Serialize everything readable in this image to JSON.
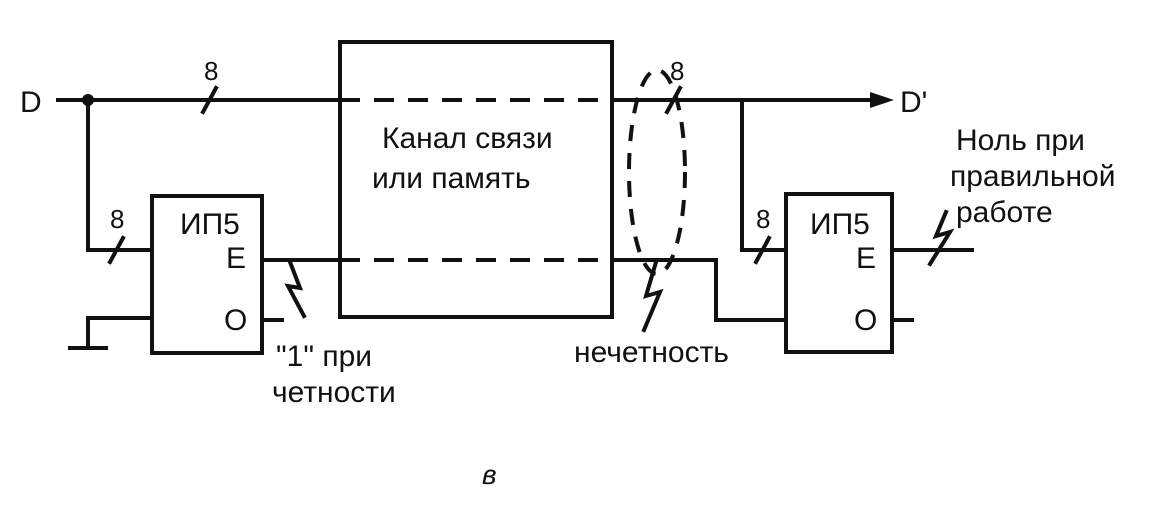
{
  "inputs": {
    "data_in": "D",
    "data_out": "D'"
  },
  "bus_width": {
    "main_in": "8",
    "main_out": "8",
    "left_chip_in": "8",
    "right_chip_in": "8"
  },
  "channel": {
    "line1": "Канал связи",
    "line2": "или память"
  },
  "left_chip": {
    "title": "ИП5",
    "pin_e": "E",
    "pin_o": "O"
  },
  "right_chip": {
    "title": "ИП5",
    "pin_e": "E",
    "pin_o": "O"
  },
  "annotations": {
    "parity_line1": "\"1\" при",
    "parity_line2": "четности",
    "odd": "нечетность",
    "ok_line1": "Ноль при",
    "ok_line2": "правильной",
    "ok_line3": "работе"
  },
  "caption": "в"
}
